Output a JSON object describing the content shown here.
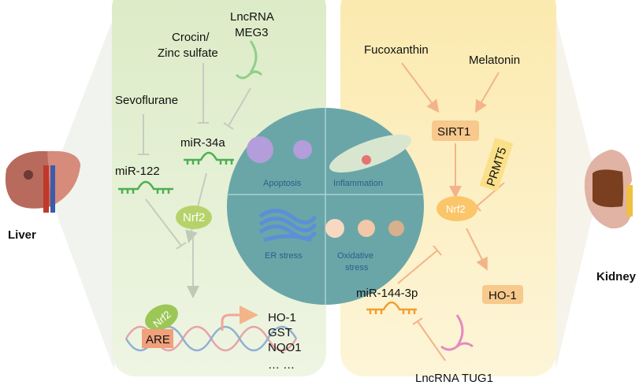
{
  "organs": {
    "liver": "Liver",
    "kidney": "Kidney"
  },
  "liver_panel": {
    "sevoflurane": "Sevoflurane",
    "crocin_line1": "Crocin/",
    "crocin_line2": "Zinc sulfate",
    "lnc_line1": "LncRNA",
    "lnc_line2": "MEG3",
    "mir122": "miR-122",
    "mir34a": "miR-34a",
    "nrf2": "Nrf2",
    "nrf2_bound": "Nrf2",
    "are": "ARE",
    "targets": [
      "HO-1",
      "GST",
      "NQO1",
      "… …"
    ]
  },
  "center": {
    "apoptosis": "Apoptosis",
    "inflammation": "Inflammation",
    "er_stress": "ER stress",
    "oxidative_line1": "Oxidative",
    "oxidative_line2": "stress"
  },
  "kidney_panel": {
    "fucoxanthin": "Fucoxanthin",
    "melatonin": "Melatonin",
    "sirt1": "SIRT1",
    "prmt5": "PRMT5",
    "nrf2": "Nrf2",
    "ho1": "HO-1",
    "mir144": "miR-144-3p",
    "lnc_tug1": "LncRNA TUG1"
  },
  "colors": {
    "green_panel": "#e6f0d6",
    "yellow_panel": "#fdf1c6",
    "circle": "#6aa6a8",
    "nrf2_green": "#b5d36a",
    "orange_box": "#f7c98c"
  }
}
